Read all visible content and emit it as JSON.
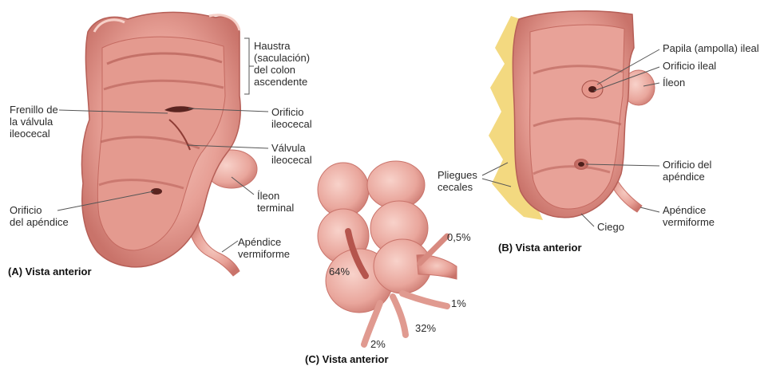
{
  "panels": {
    "a": {
      "caption": "(A) Vista anterior",
      "labels": {
        "haustra": "Haustra\n(saculación)\ndel colon\nascendente",
        "frenillo": "Frenillo de\nla válvula\nileocecal",
        "orificio_ileocecal": "Orificio\nileocecal",
        "valvula_ileocecal": "Válvula\nileocecal",
        "orificio_apendice": "Orificio\ndel apéndice",
        "ileon_terminal": "Íleon\nterminal",
        "apendice": "Apéndice\nvermiforme"
      }
    },
    "b": {
      "caption": "(B) Vista anterior",
      "labels": {
        "papila": "Papila (ampolla) ileal",
        "orificio_ileal": "Orificio ileal",
        "ileon": "Íleon",
        "pliegues": "Pliegues\ncecales",
        "orificio_apendice": "Orificio del\napéndice",
        "ciego": "Ciego",
        "apendice": "Apéndice\nvermiforme"
      }
    },
    "c": {
      "caption": "(C) Vista anterior",
      "percentages": {
        "p64": "64%",
        "p05": "0,5%",
        "p1": "1%",
        "p32": "32%",
        "p2": "2%"
      }
    }
  },
  "colors": {
    "tissue": "#e8a49c",
    "tissue_dark": "#c9726a",
    "tissue_light": "#f4c6bd",
    "mesentery_fat": "#f0d060",
    "leader_line": "#555555"
  }
}
